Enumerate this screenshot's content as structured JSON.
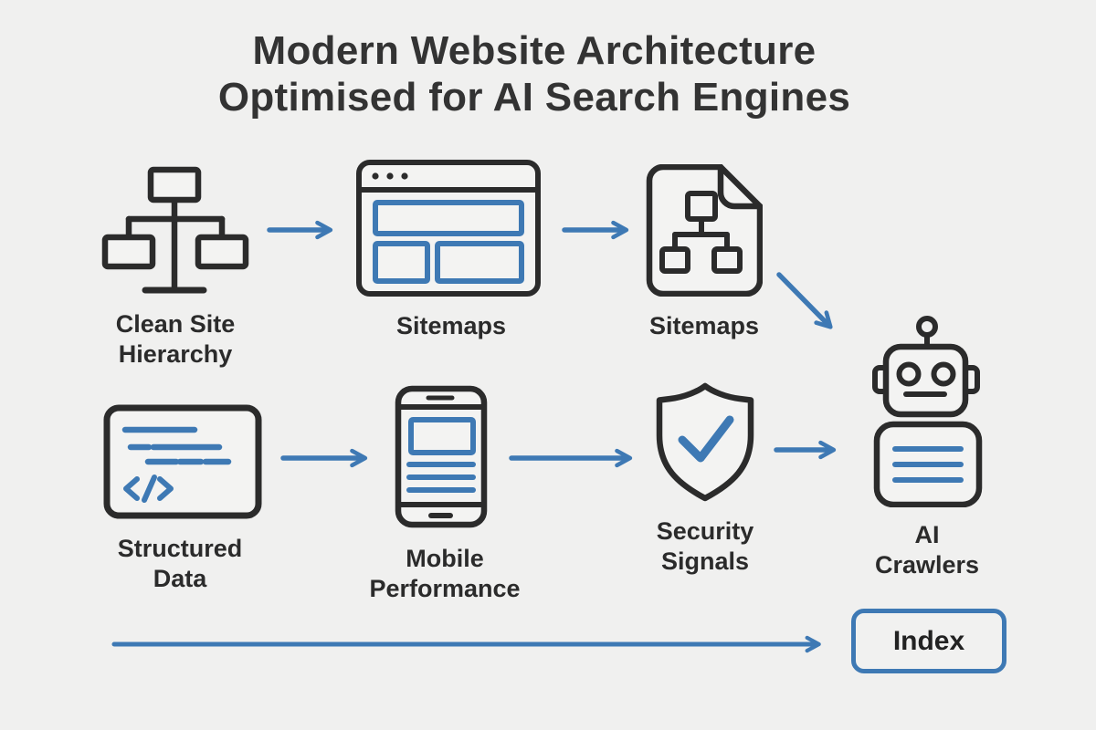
{
  "title": {
    "line1": "Modern Website Architecture",
    "line2": "Optimised for AI Search Engines"
  },
  "nodes": [
    {
      "name": "clean-site-hierarchy",
      "icon": "site-hierarchy-icon",
      "label_line1": "Clean Site",
      "label_line2": "Hierarchy"
    },
    {
      "name": "sitemaps-browser",
      "icon": "browser-window-icon",
      "label_line1": "Sitemaps",
      "label_line2": ""
    },
    {
      "name": "sitemaps-file",
      "icon": "sitemap-file-icon",
      "label_line1": "Sitemaps",
      "label_line2": ""
    },
    {
      "name": "structured-data",
      "icon": "code-card-icon",
      "label_line1": "Structured",
      "label_line2": "Data"
    },
    {
      "name": "mobile-performance",
      "icon": "smartphone-icon",
      "label_line1": "Mobile",
      "label_line2": "Performance"
    },
    {
      "name": "security-signals",
      "icon": "shield-check-icon",
      "label_line1": "Security",
      "label_line2": "Signals"
    },
    {
      "name": "ai-crawlers",
      "icon": "robot-icon",
      "label_line1": "AI",
      "label_line2": "Crawlers"
    }
  ],
  "index_box": {
    "label": "Index"
  },
  "arrows": [
    {
      "name": "arrow-hierarchy-to-browser",
      "direction": "right"
    },
    {
      "name": "arrow-browser-to-file",
      "direction": "right"
    },
    {
      "name": "arrow-file-to-crawlers",
      "direction": "down-right"
    },
    {
      "name": "arrow-structured-to-mobile",
      "direction": "right"
    },
    {
      "name": "arrow-mobile-to-security",
      "direction": "right"
    },
    {
      "name": "arrow-security-to-crawlers",
      "direction": "right"
    },
    {
      "name": "arrow-flow-to-index",
      "direction": "right"
    }
  ],
  "colors": {
    "background": "#f0f0ef",
    "outline_dark": "#2b2b2b",
    "accent_blue": "#3e79b4",
    "title_text": "#333333",
    "label_text": "#2b2b2b"
  }
}
